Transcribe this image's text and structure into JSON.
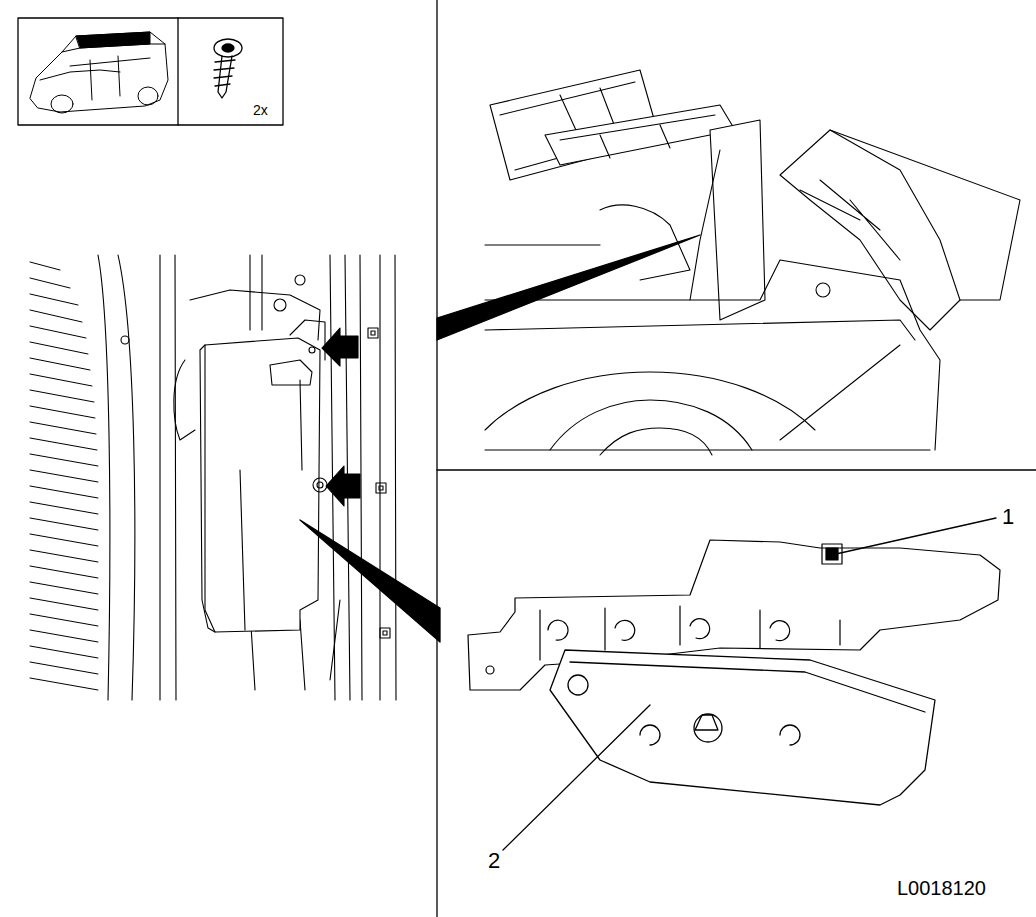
{
  "diagram": {
    "labels": [
      "2x",
      "1",
      "2",
      "L0018120"
    ]
  }
}
